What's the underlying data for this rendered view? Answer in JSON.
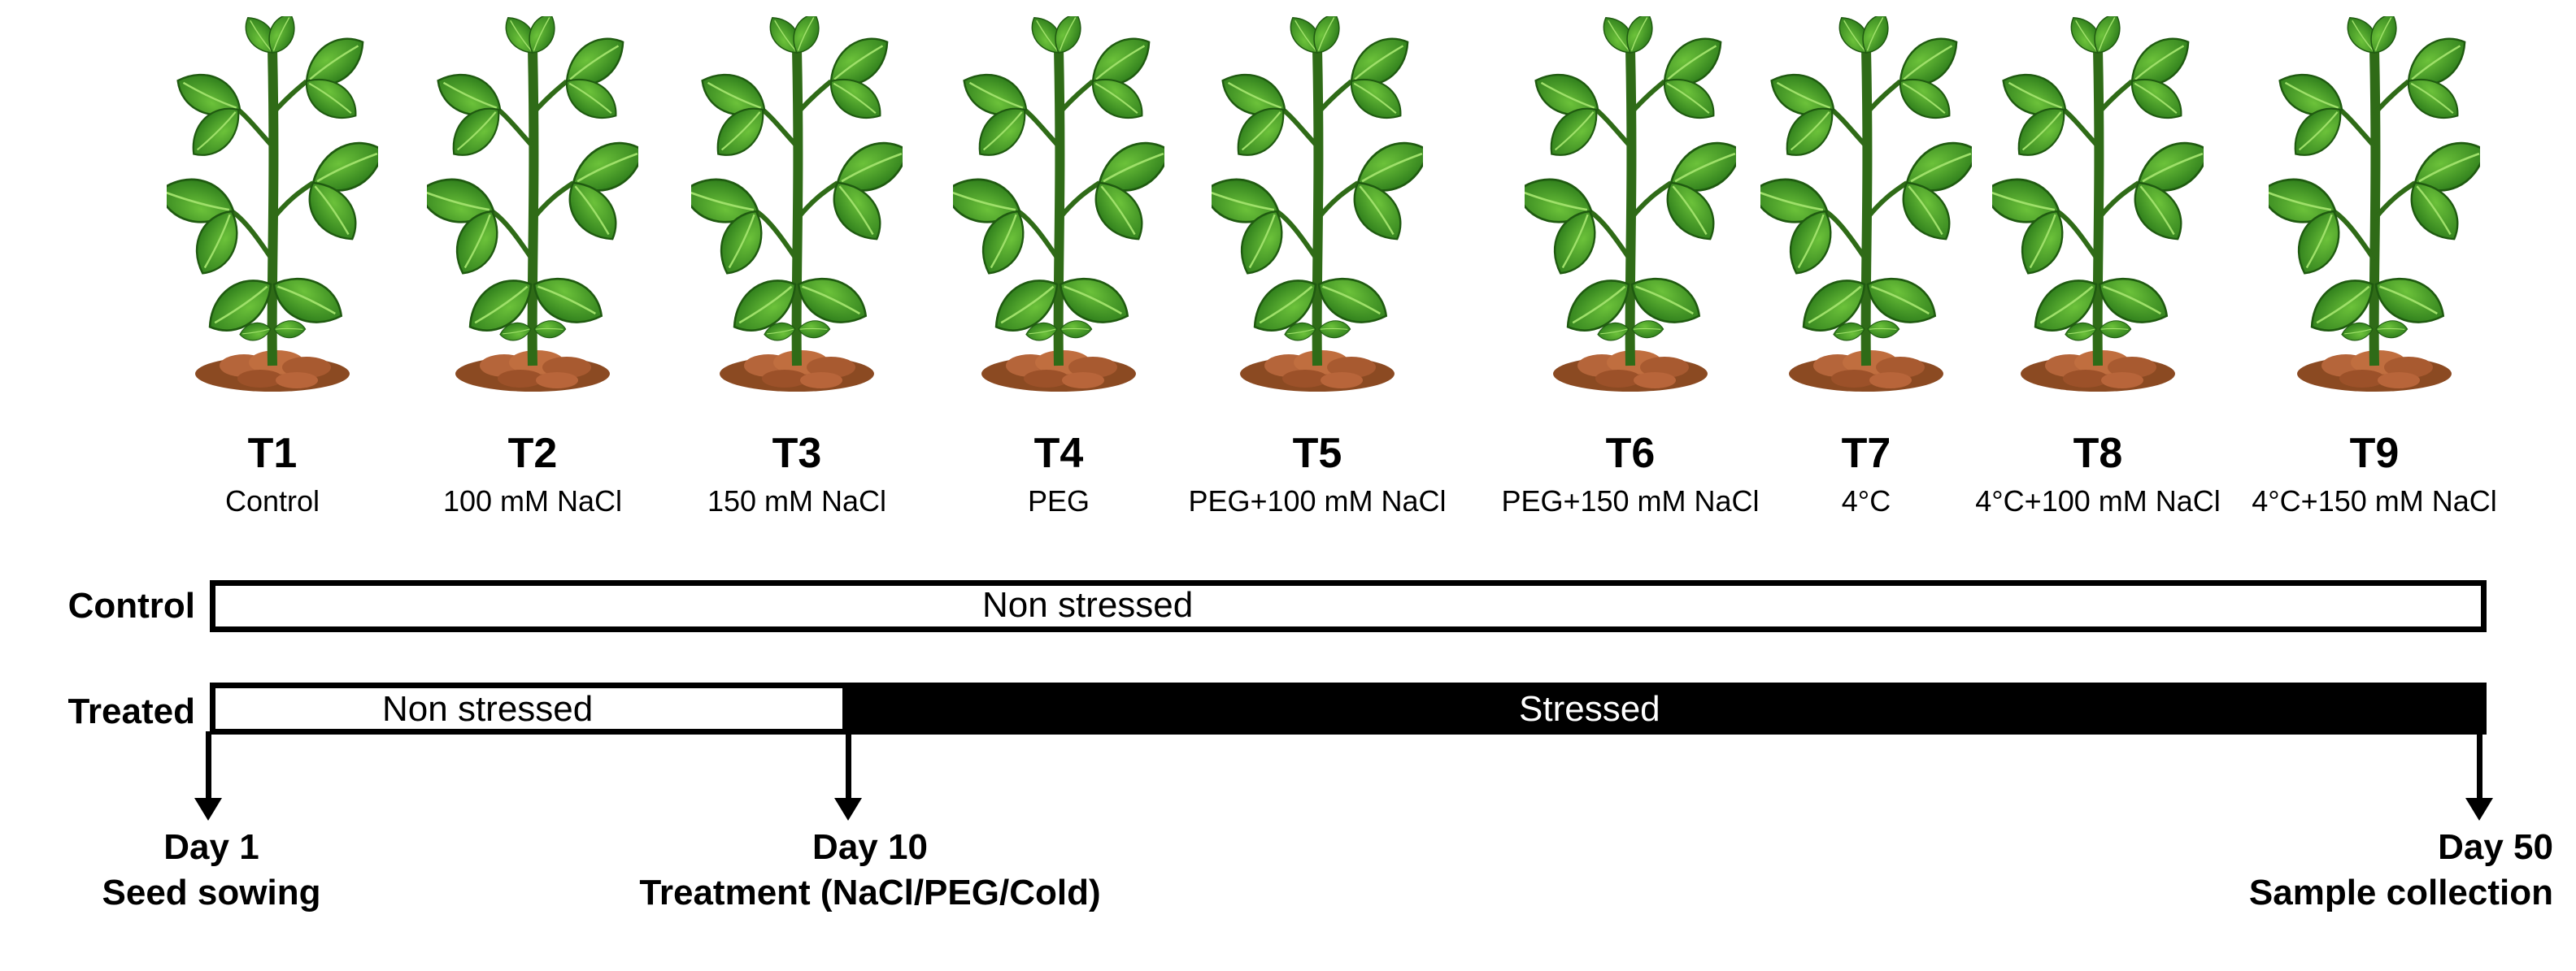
{
  "treatments": [
    {
      "label": "T1",
      "desc": "Control"
    },
    {
      "label": "T2",
      "desc": "100 mM NaCl"
    },
    {
      "label": "T3",
      "desc": "150 mM NaCl"
    },
    {
      "label": "T4",
      "desc": "PEG"
    },
    {
      "label": "T5",
      "desc": "PEG+100 mM NaCl"
    },
    {
      "label": "T6",
      "desc": "PEG+150 mM NaCl"
    },
    {
      "label": "T7",
      "desc": "4°C"
    },
    {
      "label": "T8",
      "desc": "4°C+100 mM NaCl"
    },
    {
      "label": "T9",
      "desc": "4°C+150 mM NaCl"
    }
  ],
  "timeline": {
    "control_label": "Control",
    "treated_label": "Treated",
    "control_bar": "Non stressed",
    "treated_non_stressed": "Non stressed",
    "treated_stressed": "Stressed",
    "milestones": [
      {
        "day": "Day 1",
        "event": "Seed sowing"
      },
      {
        "day": "Day 10",
        "event": "Treatment (NaCl/PEG/Cold)"
      },
      {
        "day": "Day 50",
        "event": "Sample collection"
      }
    ]
  },
  "colors": {
    "leaf_dark": "#2e7d1e",
    "leaf_light": "#5cb531",
    "stem": "#2f6b17",
    "soil": "#a0522d",
    "stressed_bar": "#000000"
  }
}
